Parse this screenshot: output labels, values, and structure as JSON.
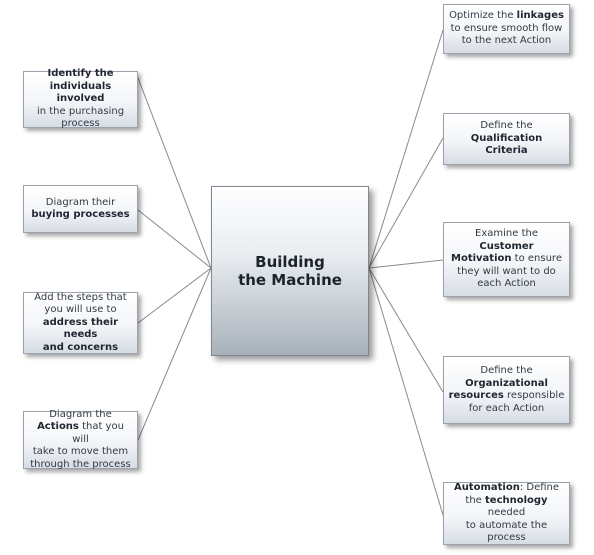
{
  "center": {
    "line1": "Building",
    "line2": "the Machine"
  },
  "left_nodes": [
    {
      "id": "identify-individuals",
      "parts": [
        {
          "b": true,
          "t": "Identify the"
        },
        {
          "br": true
        },
        {
          "b": true,
          "t": "individuals involved"
        },
        {
          "br": true
        },
        {
          "b": false,
          "t": "in the purchasing"
        },
        {
          "br": true
        },
        {
          "b": false,
          "t": "process"
        }
      ]
    },
    {
      "id": "diagram-buying",
      "parts": [
        {
          "b": false,
          "t": "Diagram their"
        },
        {
          "br": true
        },
        {
          "b": true,
          "t": "buying processes"
        }
      ]
    },
    {
      "id": "add-steps",
      "parts": [
        {
          "b": false,
          "t": "Add the steps that"
        },
        {
          "br": true
        },
        {
          "b": false,
          "t": "you will use to"
        },
        {
          "br": true
        },
        {
          "b": true,
          "t": "address their needs"
        },
        {
          "br": true
        },
        {
          "b": true,
          "t": "and concerns"
        }
      ]
    },
    {
      "id": "diagram-actions",
      "parts": [
        {
          "b": false,
          "t": "Diagram the"
        },
        {
          "br": true
        },
        {
          "b": true,
          "t": "Actions"
        },
        {
          "b": false,
          "t": " that you will"
        },
        {
          "br": true
        },
        {
          "b": false,
          "t": "take to move them"
        },
        {
          "br": true
        },
        {
          "b": false,
          "t": "through the process"
        }
      ]
    }
  ],
  "right_nodes": [
    {
      "id": "optimize-linkages",
      "parts": [
        {
          "b": false,
          "t": "Optimize the "
        },
        {
          "b": true,
          "t": "linkages"
        },
        {
          "br": true
        },
        {
          "b": false,
          "t": "to ensure smooth flow"
        },
        {
          "br": true
        },
        {
          "b": false,
          "t": "to the next Action"
        }
      ]
    },
    {
      "id": "qualification-criteria",
      "parts": [
        {
          "b": false,
          "t": "Define the"
        },
        {
          "br": true
        },
        {
          "b": true,
          "t": "Qualification Criteria"
        }
      ]
    },
    {
      "id": "customer-motivation",
      "parts": [
        {
          "b": false,
          "t": "Examine the "
        },
        {
          "b": true,
          "t": "Customer"
        },
        {
          "br": true
        },
        {
          "b": true,
          "t": "Motivation"
        },
        {
          "b": false,
          "t": " to ensure"
        },
        {
          "br": true
        },
        {
          "b": false,
          "t": "they will want to do"
        },
        {
          "br": true
        },
        {
          "b": false,
          "t": "each Action"
        }
      ]
    },
    {
      "id": "organizational-resources",
      "parts": [
        {
          "b": false,
          "t": "Define the"
        },
        {
          "br": true
        },
        {
          "b": true,
          "t": "Organizational"
        },
        {
          "br": true
        },
        {
          "b": true,
          "t": "resources"
        },
        {
          "b": false,
          "t": " responsible"
        },
        {
          "br": true
        },
        {
          "b": false,
          "t": "for each Action"
        }
      ]
    },
    {
      "id": "automation",
      "parts": [
        {
          "b": true,
          "t": "Automation"
        },
        {
          "b": false,
          "t": ": Define"
        },
        {
          "br": true
        },
        {
          "b": false,
          "t": "the "
        },
        {
          "b": true,
          "t": "technology"
        },
        {
          "b": false,
          "t": " needed"
        },
        {
          "br": true
        },
        {
          "b": false,
          "t": "to automate the process"
        }
      ]
    }
  ],
  "colors": {
    "line": "#8a8a8a",
    "text": "#333a44"
  }
}
